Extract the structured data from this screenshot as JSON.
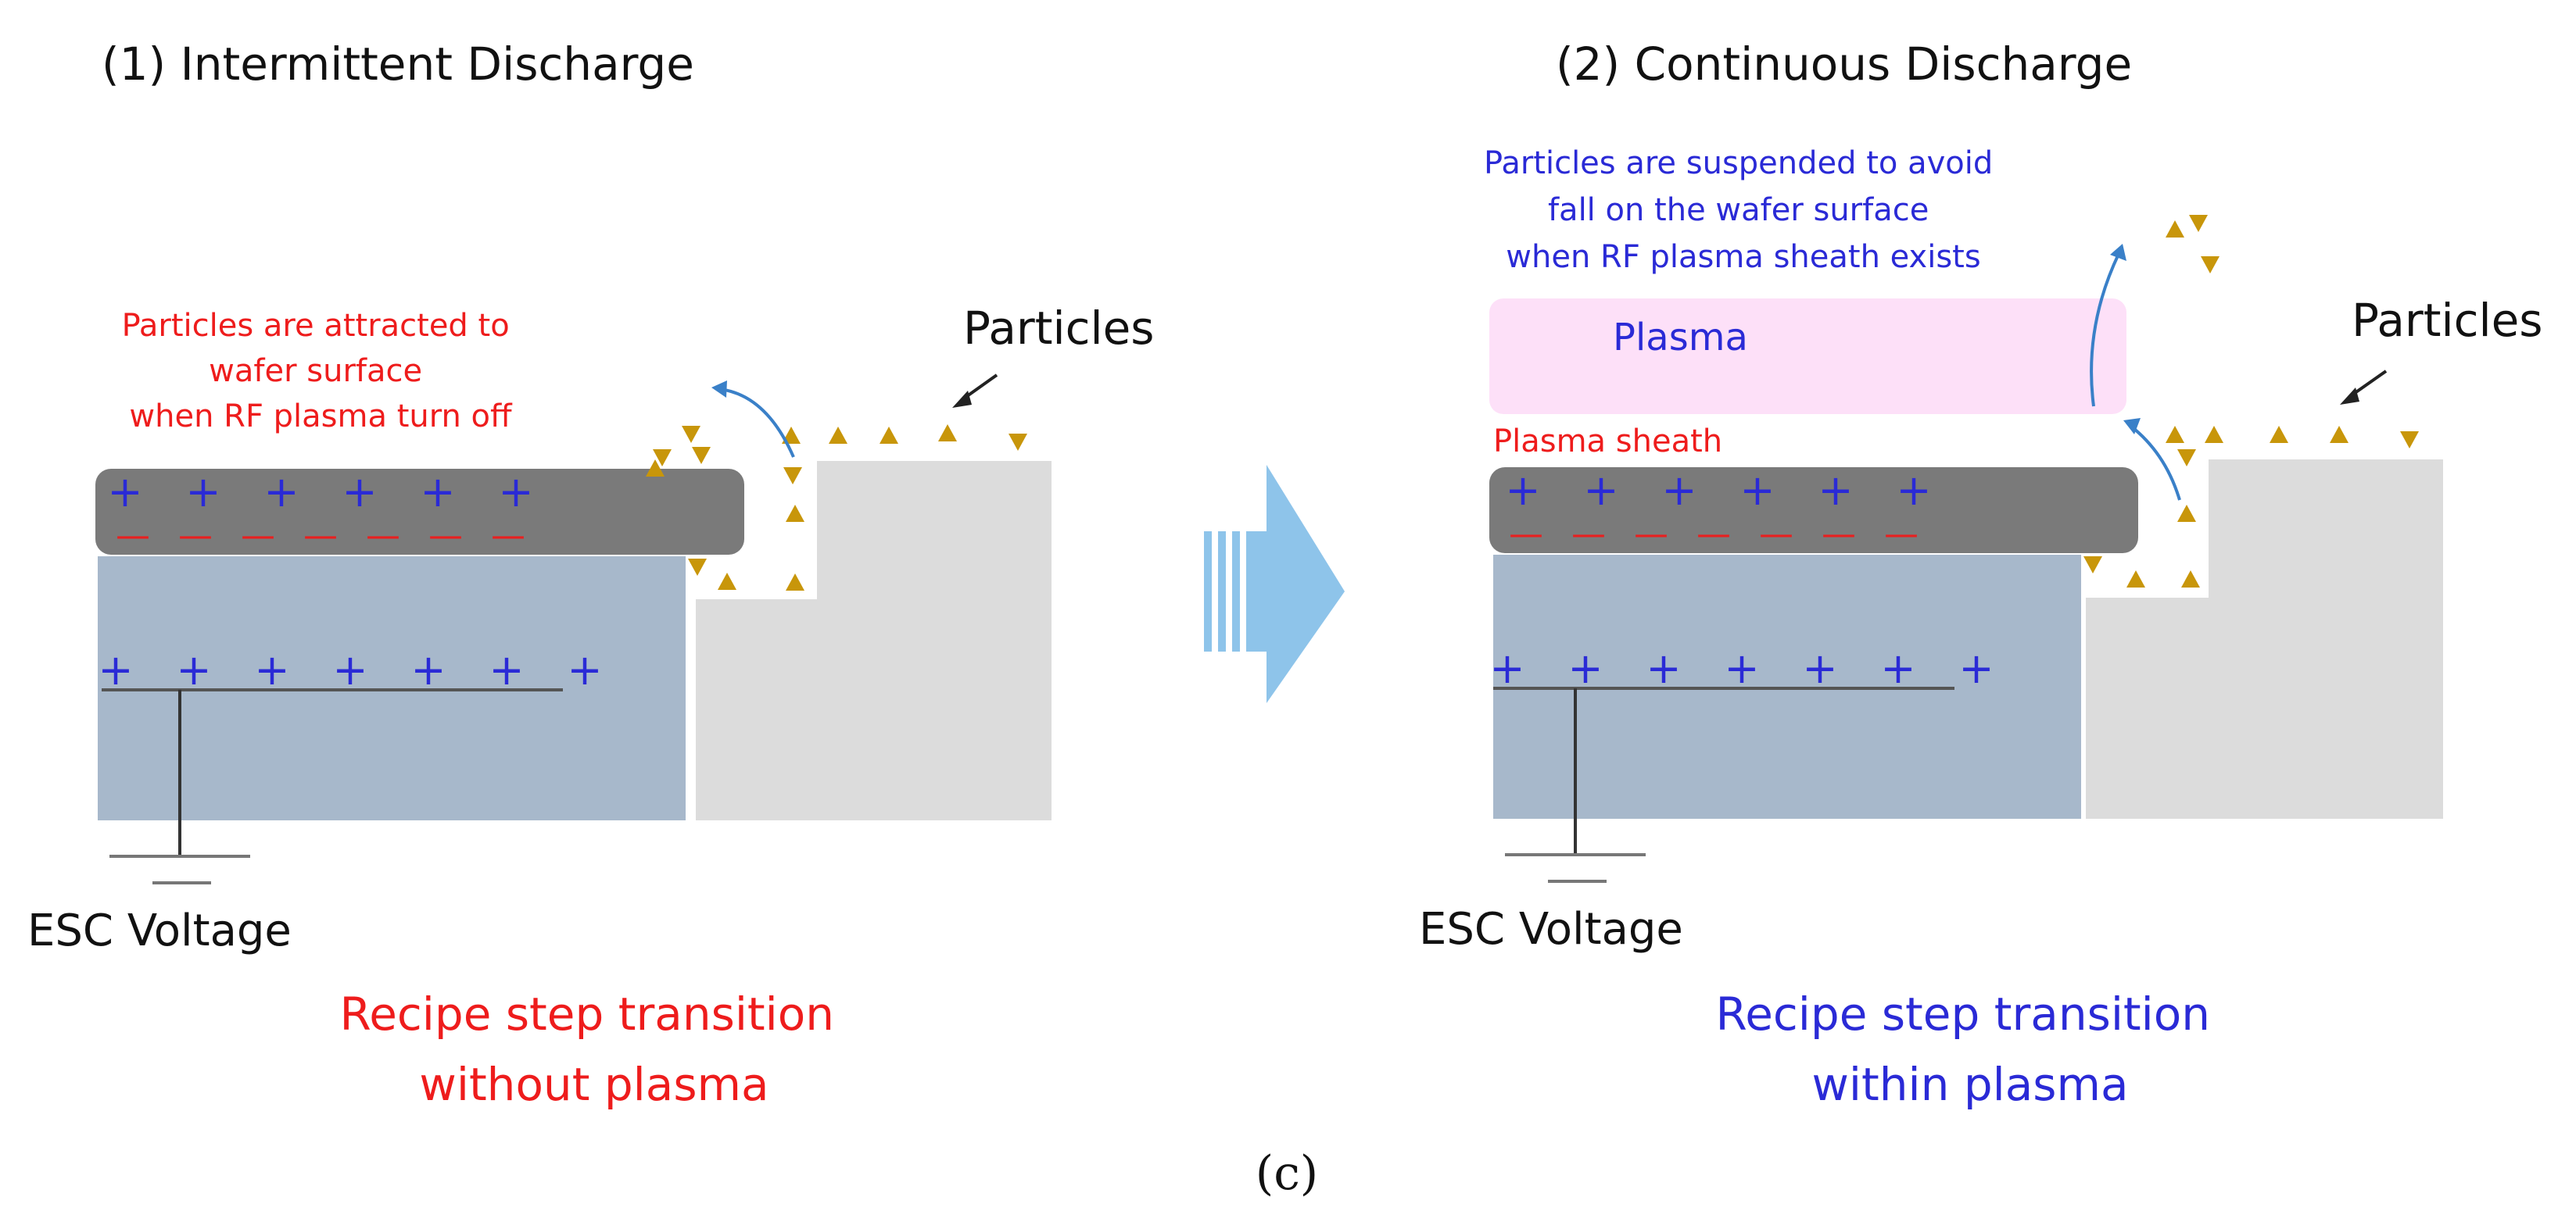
{
  "panels": [
    {
      "title": "(1) Intermittent Discharge",
      "note_lines": [
        "Particles are attracted to",
        "wafer surface",
        "when RF plasma turn off"
      ],
      "particles_label": "Particles",
      "esc_label": "ESC Voltage",
      "caption_lines": [
        "Recipe step transition",
        "without plasma"
      ]
    },
    {
      "title": "(2) Continuous Discharge",
      "note_lines": [
        "Particles are  suspended to avoid",
        "fall on the wafer surface",
        "when RF plasma sheath exists"
      ],
      "plasma_label": "Plasma",
      "sheath_label": "Plasma sheath",
      "particles_label": "Particles",
      "esc_label": "ESC Voltage",
      "caption_lines": [
        "Recipe step transition",
        "within plasma"
      ]
    }
  ],
  "figure_label": "(c)",
  "symbols": {
    "plus": "+",
    "minus": "—"
  },
  "colors": {
    "wafer": "#7a7a7a",
    "chuck": "#a7b8cb",
    "stage": "#dcdcdc",
    "particle": "#c8960a",
    "plasma": "#fde0f8",
    "arrow": "#8ec4ea",
    "red_text": "#ee1c1c",
    "blue_text": "#2a2ad6",
    "sign_blue": "#2a2ad6",
    "sign_red": "#e82020"
  }
}
